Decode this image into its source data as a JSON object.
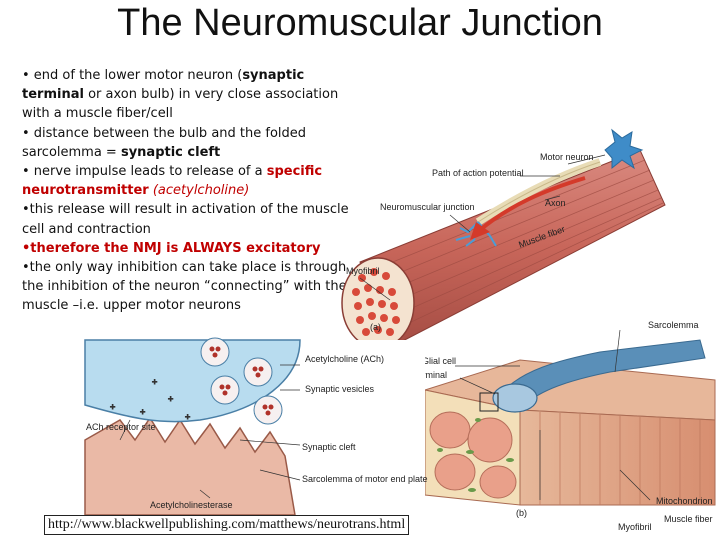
{
  "title": "The Neuromuscular Junction",
  "bullets": {
    "b1": [
      "• end of the lower motor neuron (",
      "synaptic terminal",
      " or axon bulb) in very close association with a muscle fiber/cell"
    ],
    "b2": [
      "• distance between the bulb and the folded sarcolemma = ",
      "synaptic cleft"
    ],
    "b3": [
      "• nerve impulse leads to release of a ",
      "specific neurotransmitter",
      " (acetylcholine)"
    ],
    "b4": "•this release will result in activation of the muscle cell and contraction",
    "b5": "•therefore the NMJ is ALWAYS excitatory",
    "b6": "•the only way inhibition can take place is through the inhibition of the neuron “connecting” with the muscle –i.e. upper motor neurons"
  },
  "figure_a": {
    "motor_neuron": "Motor neuron",
    "path_of_action_potential": "Path of action potential",
    "axon": "Axon",
    "neuromuscular_junction": "Neuromuscular junction",
    "muscle_fiber": "Muscle fiber",
    "myofibril": "Myofibril",
    "panel": "(a)"
  },
  "figure_b": {
    "sarcolemma": "Sarcolemma",
    "glial_cell": "Glial cell",
    "synaptic_terminal": "Synaptic terminal",
    "mitochondrion": "Mitochondrion",
    "myofibril": "Myofibril",
    "muscle_fiber": "Muscle fiber",
    "panel": "(b)"
  },
  "inset": {
    "acetylcholine": "Acetylcholine (ACh)",
    "synaptic_vesicles": "Synaptic vesicles",
    "ach_receptor_site": "ACh receptor site",
    "synaptic_cleft": "Synaptic cleft",
    "sarcolemma_motor_end_plate": "Sarcolemma of motor end plate",
    "acetylcholinesterase": "Acetylcholinesterase"
  },
  "source_url": "http://www.blackwellpublishing.com/matthews/neurotrans.html"
}
